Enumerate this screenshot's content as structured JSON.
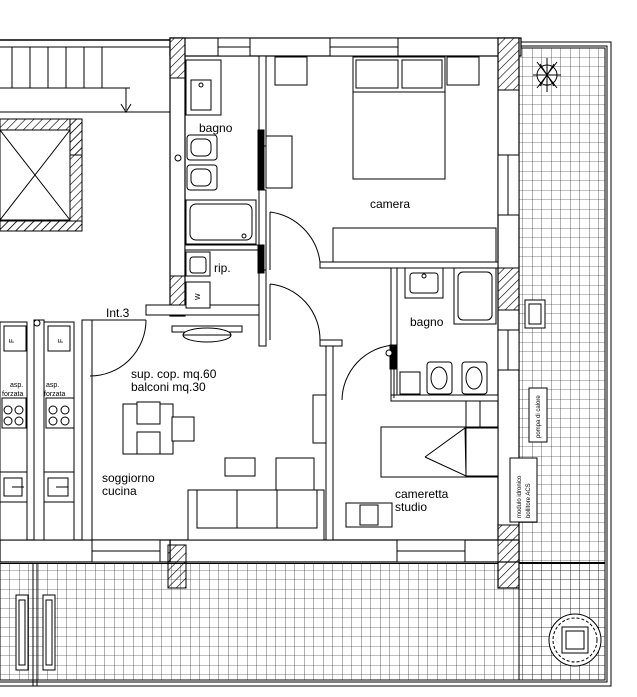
{
  "rooms": {
    "bagno_top": "bagno",
    "camera": "camera",
    "rip": "rip.",
    "int": "Int.3",
    "bagno_right": "bagno",
    "sup_line1": "sup. cop. mq.60",
    "sup_line2": "balconi  mq.30",
    "soggiorno_line1": "soggiorno",
    "soggiorno_line2": "cucina",
    "cameretta_line1": "cameretta",
    "cameretta_line2": "studio"
  },
  "appliances": {
    "w": "W",
    "f_left": "F",
    "f_mid": "F",
    "asp_left_1": "asp.",
    "asp_left_2": "forzata",
    "asp_mid_1": "asp.",
    "asp_mid_2": "forzata"
  },
  "equipment": {
    "pompa": "pompa di calore",
    "modulo_line1": "modulo idronico",
    "modulo_line2": "bollitore ACS"
  },
  "colors": {
    "line": "#000000",
    "wall_fill": "#ffffff",
    "hatch": "#000000"
  }
}
